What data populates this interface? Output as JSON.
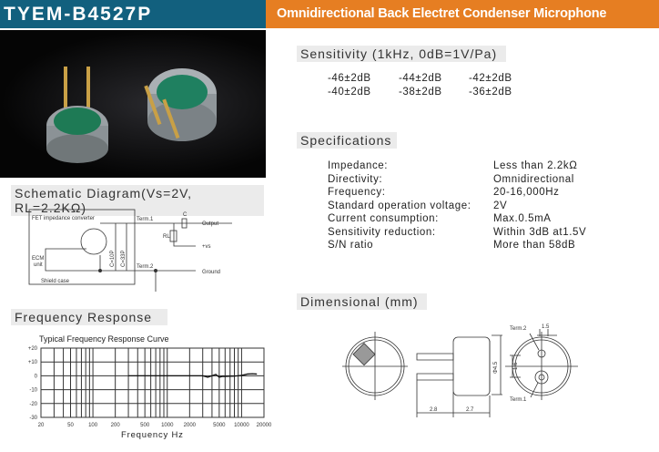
{
  "header": {
    "model": "TYEM-B4527P",
    "title": "Omnidirectional  Back Electret Condenser Microphone"
  },
  "sensitivity": {
    "heading": "Sensitivity (1kHz, 0dB=1V/Pa)",
    "values": [
      "-46±2dB",
      "-44±2dB",
      "-42±2dB",
      "-40±2dB",
      "-38±2dB",
      "-36±2dB"
    ]
  },
  "specifications": {
    "heading": "Specifications",
    "rows": [
      {
        "label": "Impedance:",
        "value": "Less than 2.2kΩ"
      },
      {
        "label": "Directivity:",
        "value": "Omnidirectional"
      },
      {
        "label": "Frequency:",
        "value": "20-16,000Hz"
      },
      {
        "label": "Standard operation voltage:",
        "value": "2V"
      },
      {
        "label": "Current consumption:",
        "value": "Max.0.5mA"
      },
      {
        "label": "Sensitivity reduction:",
        "value": "Within 3dB at1.5V"
      },
      {
        "label": "S/N ratio",
        "value": "More than 58dB"
      }
    ]
  },
  "schematic": {
    "heading": "Schematic Diagram(Vs=2V, RL=2.2KΩ)",
    "labels": {
      "fet": "FET impedance converter",
      "term1": "Term.1",
      "term2": "Term.2",
      "c": "C",
      "rl": "RL",
      "output": "Output",
      "vs": "+vs",
      "ground": "Ground",
      "ecm": "ECM",
      "unit": "unit",
      "shield": "Shield case",
      "c1": "C=10P",
      "c2": "C=33P"
    }
  },
  "dimensional": {
    "heading": "Dimensional (mm)",
    "labels": {
      "term2": "Term.2",
      "term1": "Term.1",
      "d1": "1.5",
      "d2": "1.6",
      "diameter": "Φ4.5",
      "len1": "2.8",
      "len2": "2.7"
    }
  },
  "frequency_response": {
    "heading": "Frequency Response"
  },
  "chart_data": {
    "type": "line",
    "title": "Typical Frequency Response Curve",
    "xlabel": "Frequency Hz",
    "ylabel": "",
    "xscale": "log",
    "xlim": [
      20,
      20000
    ],
    "ylim": [
      -30,
      20
    ],
    "xticks": [
      "20",
      "50",
      "100",
      "200",
      "500",
      "1000",
      "2000",
      "5000",
      "10000",
      "20000"
    ],
    "xtick_values": [
      20,
      50,
      100,
      200,
      500,
      1000,
      2000,
      5000,
      10000,
      20000
    ],
    "yticks": [
      "+20",
      "+10",
      "0",
      "-10",
      "-20",
      "-30"
    ],
    "ytick_values": [
      20,
      10,
      0,
      -10,
      -20,
      -30
    ],
    "series": [
      {
        "name": "response",
        "x": [
          3000,
          3500,
          4000,
          4500,
          5000,
          5500,
          6000,
          7000,
          8000,
          9000,
          10000,
          11000,
          12000,
          14000,
          16000
        ],
        "y": [
          0,
          -1,
          0,
          1,
          -1,
          -0.5,
          -0.5,
          -0.3,
          -0.2,
          0,
          0.3,
          0.8,
          1.3,
          1.5,
          1.3
        ]
      }
    ],
    "grid": true
  }
}
